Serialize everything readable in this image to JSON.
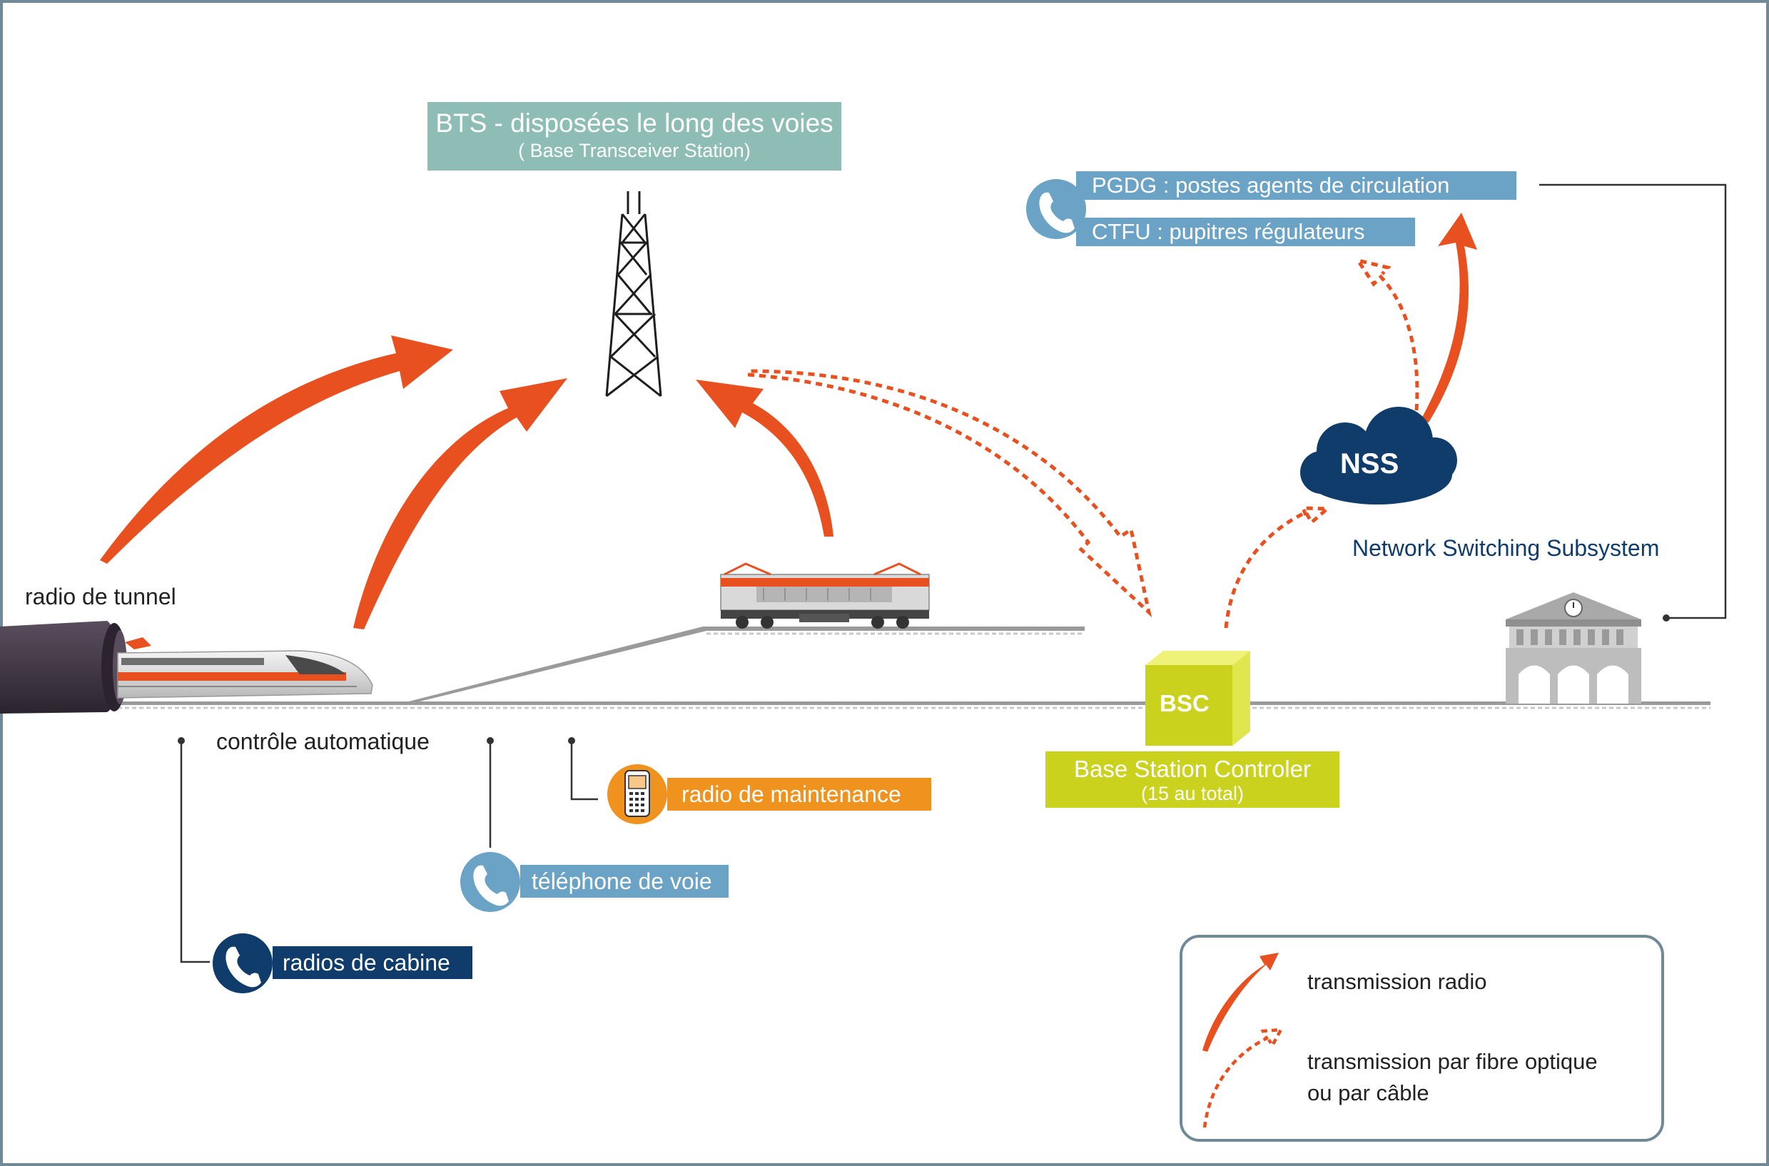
{
  "bts": {
    "title": "BTS - disposées le long des voies",
    "subtitle": "( Base Transceiver Station)"
  },
  "pgdg_label": "PGDG : postes agents de circulation",
  "ctfu_label": "CTFU : pupitres régulateurs",
  "nss": {
    "badge": "NSS",
    "caption": "Network Switching Subsystem"
  },
  "bsc": {
    "badge": "BSC",
    "title": "Base Station Controler",
    "subtitle": "(15 au total)"
  },
  "labels": {
    "radio_tunnel": "radio de tunnel",
    "controle_auto": "contrôle automatique",
    "radio_maintenance": "radio de maintenance",
    "telephone_voie": "téléphone de voie",
    "radios_cabine": "radios de cabine"
  },
  "legend": {
    "radio": "transmission radio",
    "fibre_line1": "transmission par fibre optique",
    "fibre_line2": "ou par câble"
  },
  "colors": {
    "frame": "#6f8a96",
    "bts_box": "#8dbdb5",
    "pgdg_box": "#6ba3c6",
    "nss_cloud": "#0f3c6a",
    "bsc_box": "#cad21e",
    "bsc_cube": "#dfe64e",
    "maintenance": "#f0921e",
    "telephone": "#6ba3c6",
    "cabine": "#0f3c6a",
    "arrow": "#e8501f",
    "tunnel": "#3d3442"
  },
  "icons": [
    "antenna-tower-icon",
    "phone-icon",
    "mobile-phone-icon",
    "cloud-icon",
    "station-building-icon",
    "high-speed-train-icon",
    "locomotive-icon",
    "tunnel-icon"
  ]
}
